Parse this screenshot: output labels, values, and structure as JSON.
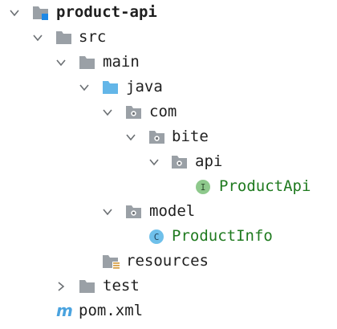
{
  "colors": {
    "folder_gray": "#9aa0a6",
    "folder_blue": "#63b6e8",
    "package_dot": "#707478",
    "module_square": "#1e88e5",
    "interface_green": "#8ec98c",
    "class_blue": "#6fc0ea",
    "text_green": "#1f7a1f",
    "maven_blue": "#4aa3df",
    "chevron": "#6b6f73",
    "resources_lines": "#d8a24a"
  },
  "tree": {
    "nodes": [
      {
        "label": "product-api",
        "expanded": true,
        "icon": "module-folder-icon"
      },
      {
        "label": "src",
        "expanded": true,
        "icon": "folder-icon"
      },
      {
        "label": "main",
        "expanded": true,
        "icon": "folder-icon"
      },
      {
        "label": "java",
        "expanded": true,
        "icon": "source-root-folder-icon"
      },
      {
        "label": "com",
        "expanded": true,
        "icon": "package-icon"
      },
      {
        "label": "bite",
        "expanded": true,
        "icon": "package-icon"
      },
      {
        "label": "api",
        "expanded": true,
        "icon": "package-icon"
      },
      {
        "label": "ProductApi",
        "expanded": null,
        "icon": "interface-icon",
        "icon_letter": "I"
      },
      {
        "label": "model",
        "expanded": true,
        "icon": "package-icon"
      },
      {
        "label": "ProductInfo",
        "expanded": null,
        "icon": "class-icon",
        "icon_letter": "C"
      },
      {
        "label": "resources",
        "expanded": null,
        "icon": "resources-folder-icon"
      },
      {
        "label": "test",
        "expanded": false,
        "icon": "folder-icon"
      },
      {
        "label": "pom.xml",
        "expanded": null,
        "icon": "maven-icon",
        "icon_letter": "m"
      }
    ]
  }
}
